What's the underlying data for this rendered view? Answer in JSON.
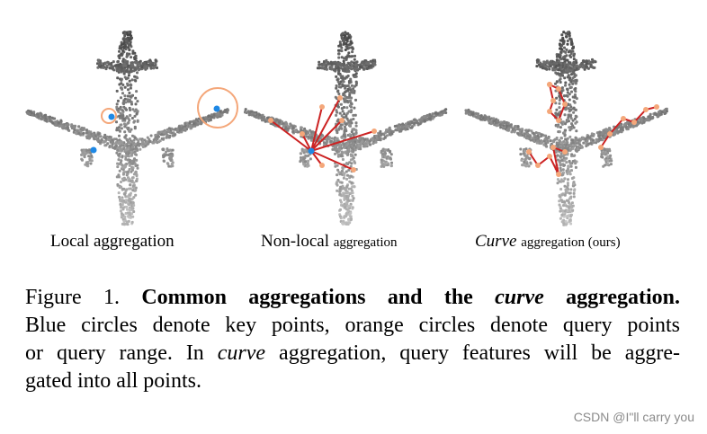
{
  "panels": [
    {
      "id": "local",
      "label": "Local aggregation"
    },
    {
      "id": "nonlocal",
      "label_main": "Non-local",
      "label_small": "aggregation"
    },
    {
      "id": "curve",
      "label_main": "Curve",
      "label_small": "aggregation (ours)"
    }
  ],
  "caption": {
    "prefix": "Figure 1.",
    "title_part1": "Common aggregations and the",
    "title_italic": "curve",
    "title_part2": "aggregation",
    "line2": "Blue circles denote key points, orange circles denote query points",
    "line3_a": "or query range. In",
    "line3_italic": "curve",
    "line3_b": "aggregation, query features will be aggre-",
    "line4": "gated into all points."
  },
  "watermark": "CSDN @I\"ll  carry  you",
  "colors": {
    "key_point": "#1e88e5",
    "query": "#f4a77a",
    "curve_line": "#cc2222",
    "airplane_points": "#555555"
  }
}
